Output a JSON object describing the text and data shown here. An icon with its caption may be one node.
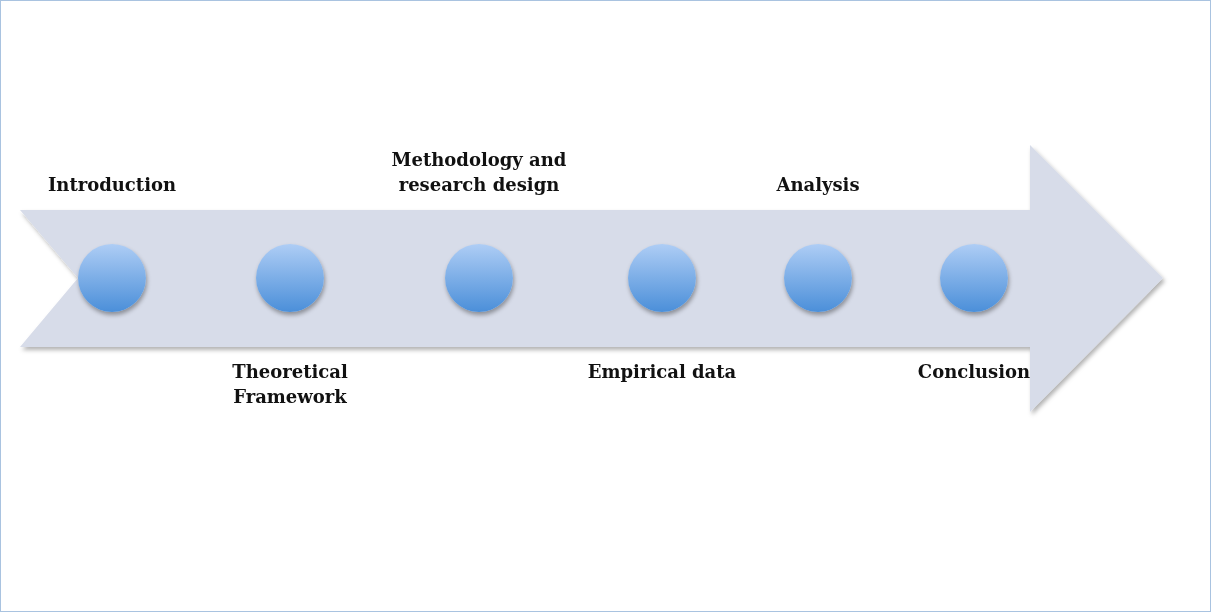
{
  "diagram": {
    "nodes": [
      {
        "text": [
          "Introduction"
        ]
      },
      {
        "text": [
          "Theoretical Framework"
        ]
      },
      {
        "text": [
          "Methodology and research design"
        ]
      },
      {
        "text": [
          "Empirical data"
        ]
      },
      {
        "text": [
          "Analysis"
        ]
      },
      {
        "text": [
          "Conclusion"
        ]
      }
    ]
  }
}
